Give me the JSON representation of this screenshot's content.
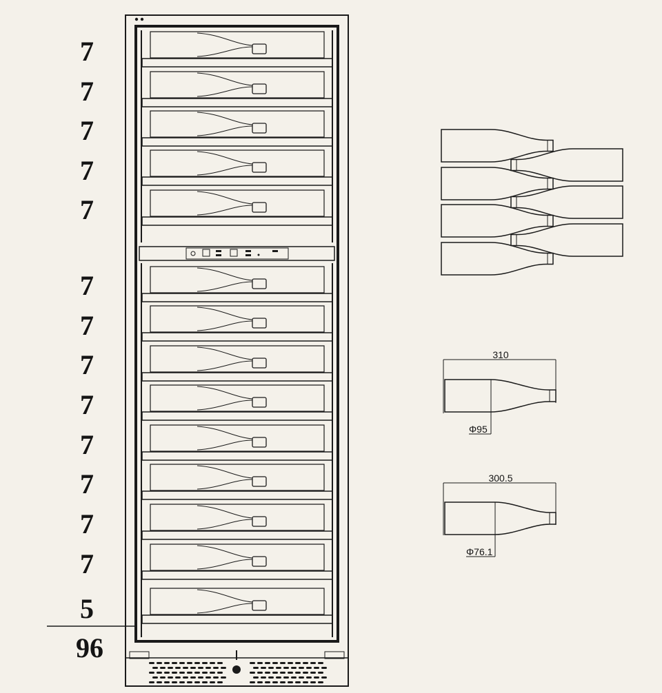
{
  "cabinet": {
    "upper_zone_counts": [
      "7",
      "7",
      "7",
      "7",
      "7"
    ],
    "lower_zone_counts": [
      "7",
      "7",
      "7",
      "7",
      "7",
      "7",
      "7",
      "7",
      "5"
    ],
    "total_capacity": "96"
  },
  "bottle_details": [
    {
      "length": "310",
      "diameter": "Φ95"
    },
    {
      "length": "300.5",
      "diameter": "Φ76.1"
    }
  ],
  "colors": {
    "line": "#1a1a1a",
    "background": "#f4f1ea"
  }
}
